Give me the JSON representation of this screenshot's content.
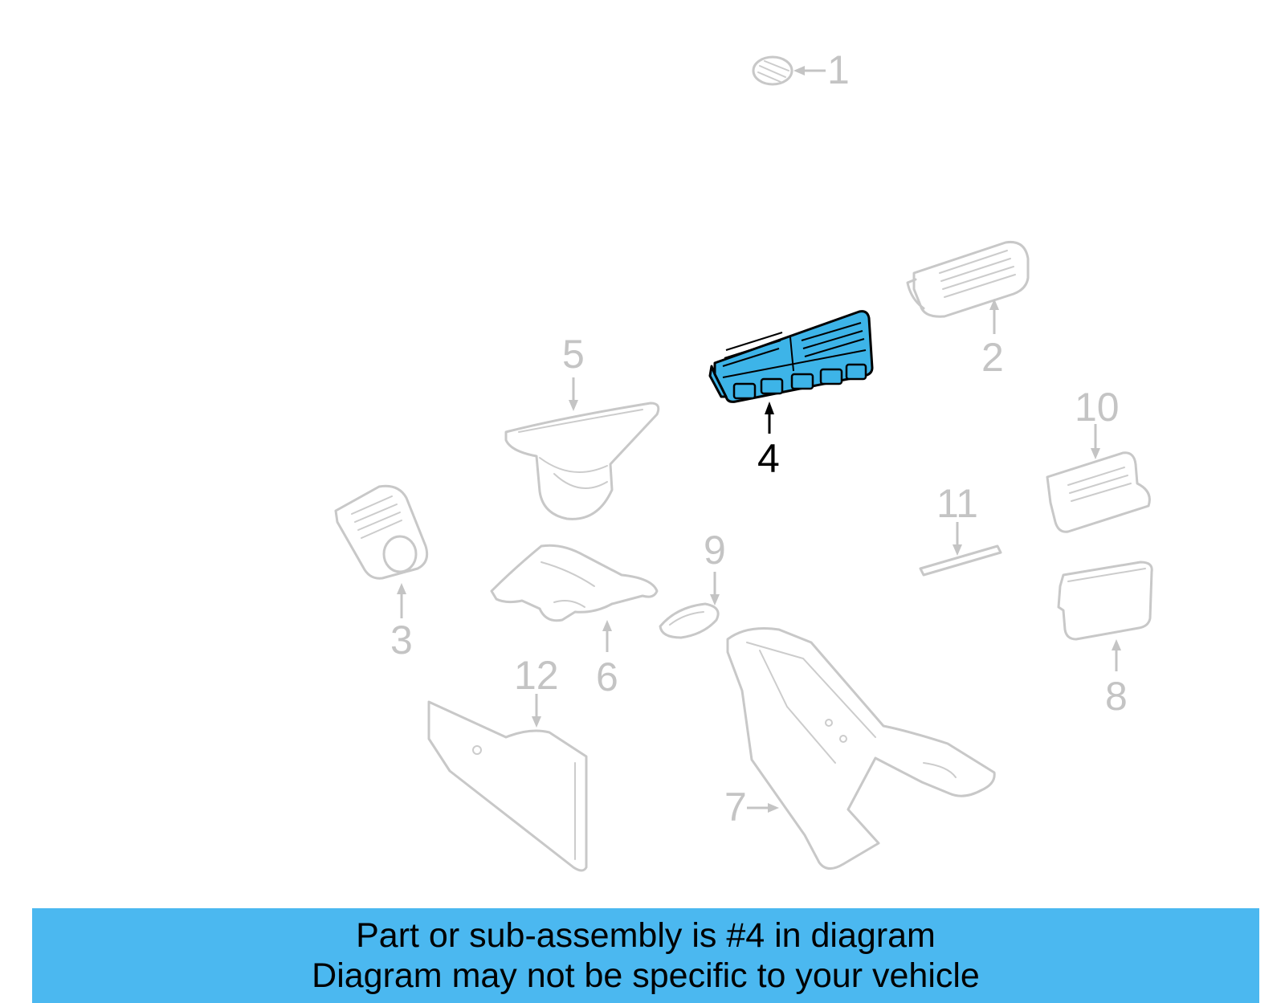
{
  "diagram": {
    "highlight_color": "#3db4e8",
    "faded_color": "#c8c8c8",
    "callouts": [
      {
        "id": "1",
        "label": "1"
      },
      {
        "id": "2",
        "label": "2"
      },
      {
        "id": "3",
        "label": "3"
      },
      {
        "id": "4",
        "label": "4",
        "highlighted": true
      },
      {
        "id": "5",
        "label": "5"
      },
      {
        "id": "6",
        "label": "6"
      },
      {
        "id": "7",
        "label": "7"
      },
      {
        "id": "8",
        "label": "8"
      },
      {
        "id": "9",
        "label": "9"
      },
      {
        "id": "10",
        "label": "10"
      },
      {
        "id": "11",
        "label": "11"
      },
      {
        "id": "12",
        "label": "12"
      }
    ]
  },
  "banner": {
    "background": "#4bb8f0",
    "line1": "Part or sub-assembly is #4 in diagram",
    "line2": "Diagram may not be specific to your vehicle"
  }
}
